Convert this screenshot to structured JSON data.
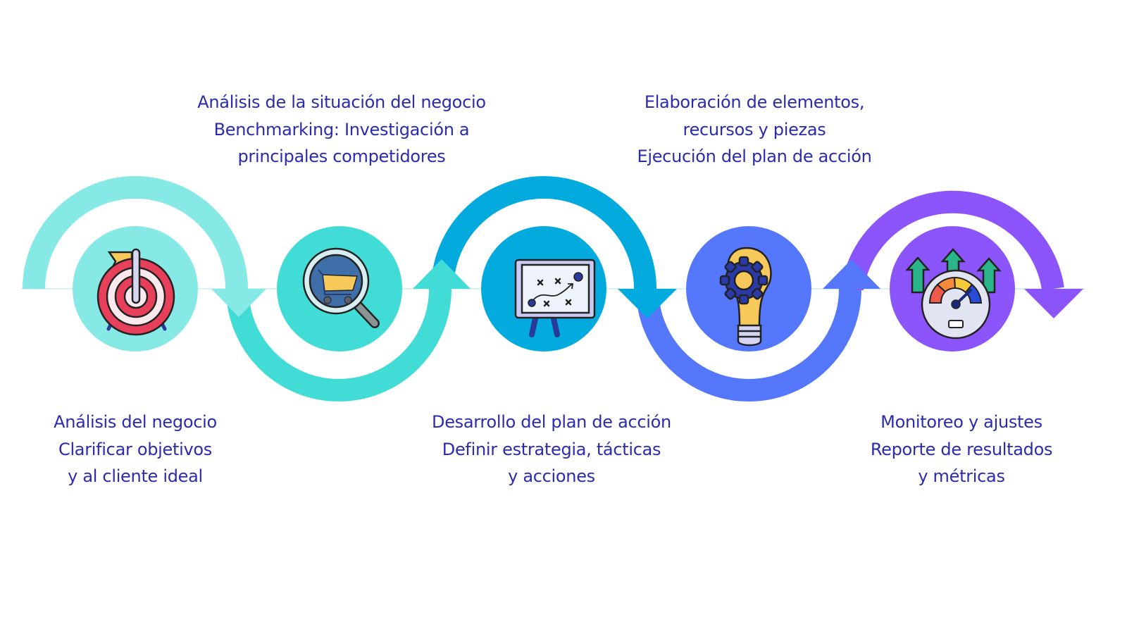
{
  "colors": {
    "text": "#2b2bb0",
    "step1": "#86e9e6",
    "step2": "#42dcd6",
    "step3": "#02aade",
    "step4": "#5477fc",
    "step5": "#8c55fb"
  },
  "steps": [
    {
      "icon": "target-icon",
      "lines": [
        "Análisis del negocio",
        "Clarificar objetivos",
        "y al cliente ideal"
      ],
      "position": "below"
    },
    {
      "icon": "magnifier-cart-icon",
      "lines": [
        "Análisis de la situación del negocio",
        "Benchmarking: Investigación a",
        "principales competidores"
      ],
      "position": "above"
    },
    {
      "icon": "strategy-board-icon",
      "lines": [
        "Desarrollo del plan de acción",
        "Definir estrategia, tácticas",
        "y acciones"
      ],
      "position": "below"
    },
    {
      "icon": "lightbulb-gear-icon",
      "lines": [
        "Elaboración de elementos,",
        "recursos y piezas",
        "Ejecución del plan de acción"
      ],
      "position": "above"
    },
    {
      "icon": "speedometer-arrows-icon",
      "lines": [
        "Monitoreo y ajustes",
        "Reporte de resultados",
        "y métricas"
      ],
      "position": "below"
    }
  ]
}
